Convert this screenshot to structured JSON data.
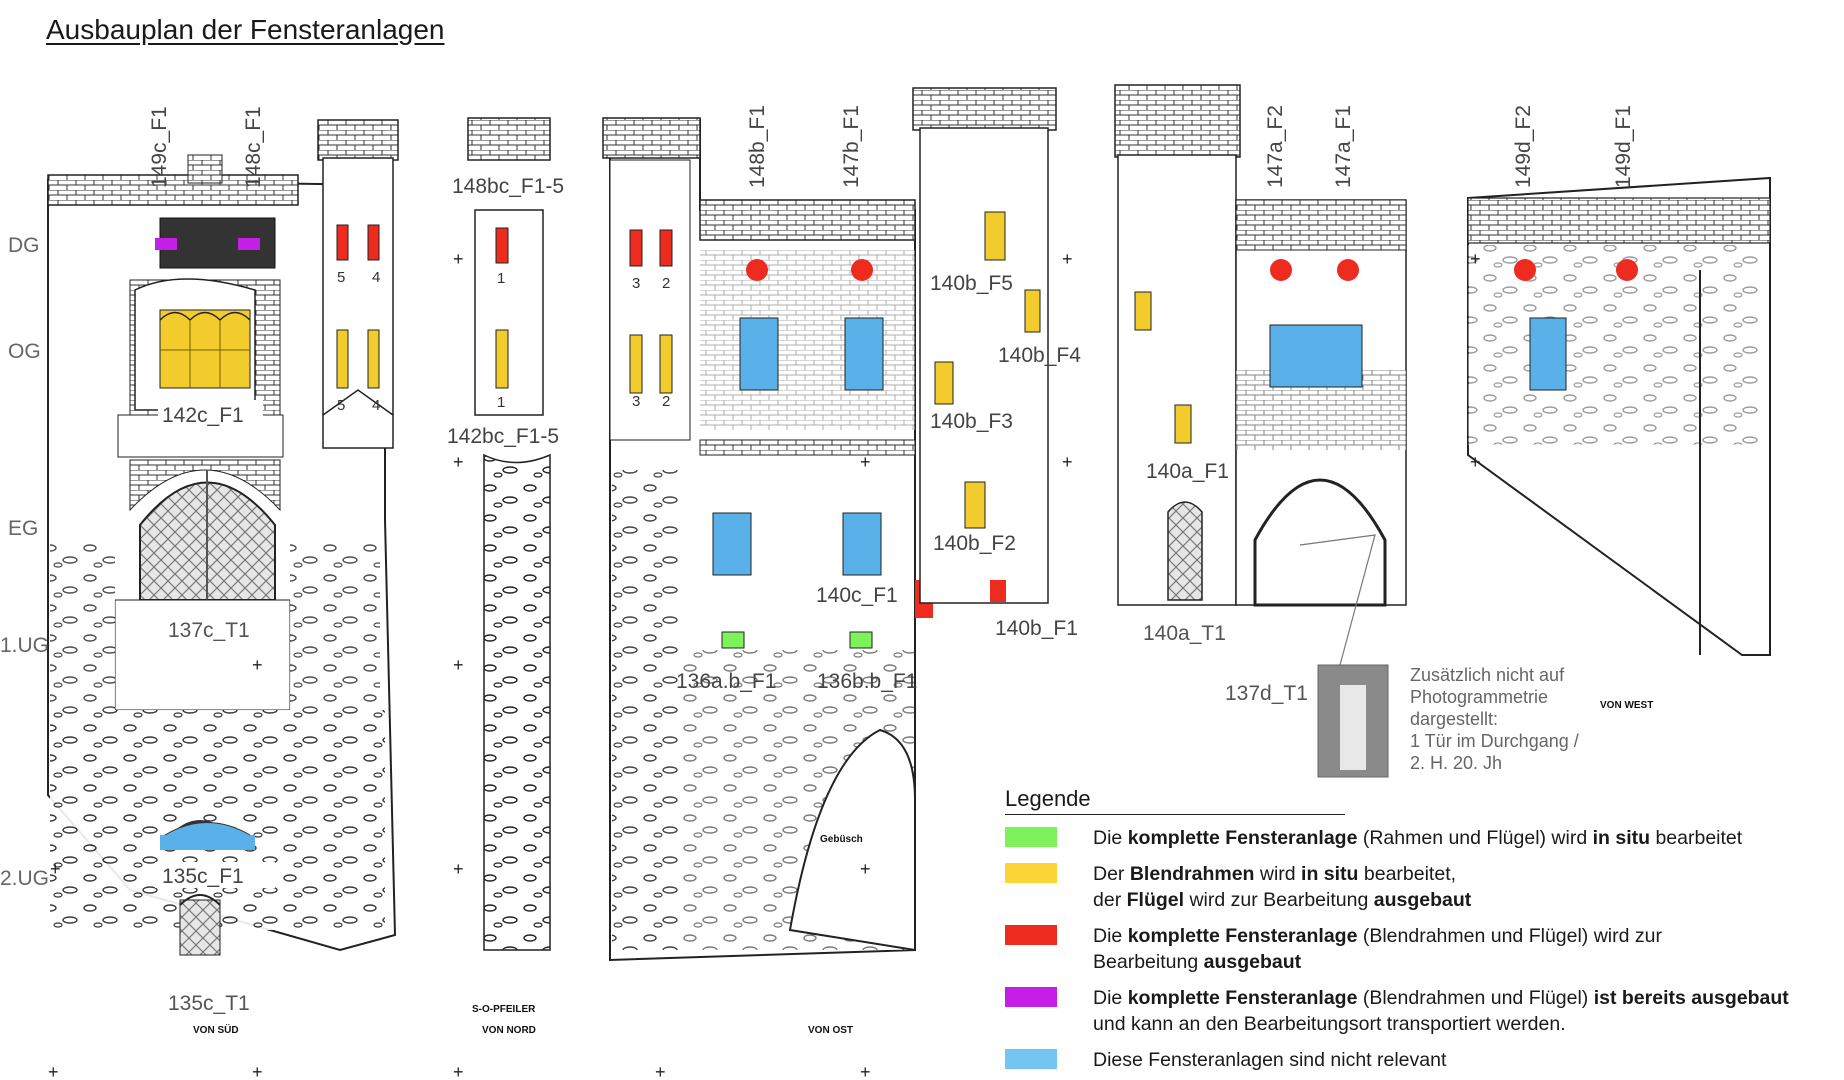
{
  "title": "Ausbauplan der Fensteranlagen",
  "levels": [
    "DG",
    "OG",
    "EG",
    "1.UG",
    "2.UG"
  ],
  "vertical_labels": [
    "149c_F1",
    "148c_F1",
    "148b_F1",
    "147b_F1",
    "147a_F2",
    "147a_F1",
    "149d_F2",
    "149d_F1"
  ],
  "window_labels": {
    "l142c_F1": "142c_F1",
    "l137c_T1": "137c_T1",
    "l135c_F1": "135c_F1",
    "l135c_T1": "135c_T1",
    "l148bc": "148bc_F1-5",
    "l142bc": "142bc_F1-5",
    "l140b_F5": "140b_F5",
    "l140b_F4": "140b_F4",
    "l140b_F3": "140b_F3",
    "l140b_F2": "140b_F2",
    "l140b_F1": "140b_F1",
    "l140c_F1": "140c_F1",
    "l136ab": "136a.b_F1",
    "l136bb": "136b.b_F1",
    "l140a_F1": "140a_F1",
    "l140a_T1": "140a_T1",
    "l137d_T1": "137d_T1"
  },
  "tower_numbers": {
    "n5a": "5",
    "n4a": "4",
    "n5b": "5",
    "n4b": "4",
    "n1a": "1",
    "n1b": "1",
    "n3a": "3",
    "n2a": "2",
    "n3b": "3",
    "n2b": "2"
  },
  "view_captions": {
    "sued": "VON SÜD",
    "pfeiler": "S-O-PFEILER",
    "nord": "VON NORD",
    "ost": "VON OST",
    "west": "VON WEST",
    "gebuesch": "Gebüsch"
  },
  "note": {
    "line1": "Zusätzlich nicht auf",
    "line2": "Photogrammetrie",
    "line3": "dargestellt:",
    "line4": "1 Tür im Durchgang /",
    "line5": "2. H. 20. Jh"
  },
  "legend": {
    "title": "Legende",
    "items": [
      {
        "color": "#7ef25a",
        "parts": [
          [
            "Die ",
            false
          ],
          [
            "komplette Fensteranlage",
            true
          ],
          [
            " (Rahmen und Flügel) wird ",
            false
          ],
          [
            "in situ",
            true
          ],
          [
            " bearbeitet",
            false
          ]
        ]
      },
      {
        "color": "#fbd535",
        "parts": [
          [
            "Der ",
            false
          ],
          [
            "Blendrahmen",
            true
          ],
          [
            " wird ",
            false
          ],
          [
            "in situ",
            true
          ],
          [
            " bearbeitet,",
            false
          ],
          [
            "\n",
            false
          ],
          [
            "der ",
            false
          ],
          [
            "Flügel",
            true
          ],
          [
            " wird zur Bearbeitung ",
            false
          ],
          [
            "ausgebaut",
            true
          ]
        ]
      },
      {
        "color": "#ee2b1f",
        "parts": [
          [
            "Die ",
            false
          ],
          [
            "komplette Fensteranlage",
            true
          ],
          [
            " (Blendrahmen und Flügel) wird zur",
            false
          ],
          [
            "\n",
            false
          ],
          [
            "Bearbeitung ",
            false
          ],
          [
            "ausgebaut",
            true
          ]
        ]
      },
      {
        "color": "#c51ee6",
        "parts": [
          [
            "Die ",
            false
          ],
          [
            "komplette Fensteranlage",
            true
          ],
          [
            " (Blendrahmen und Flügel) ",
            false
          ],
          [
            "ist bereits ausgebaut",
            true
          ],
          [
            "\n",
            false
          ],
          [
            "und kann an den Bearbeitungsort transportiert werden.",
            false
          ]
        ]
      },
      {
        "color": "#74c4f4",
        "parts": [
          [
            "Diese Fensteranlagen sind nicht relevant",
            false
          ]
        ]
      }
    ]
  },
  "colors": {
    "green": "#7ef25a",
    "yellow": "#f2cb2c",
    "red": "#ee2b1f",
    "purple": "#c51ee6",
    "blue": "#5ab0e8",
    "line": "#222222"
  }
}
